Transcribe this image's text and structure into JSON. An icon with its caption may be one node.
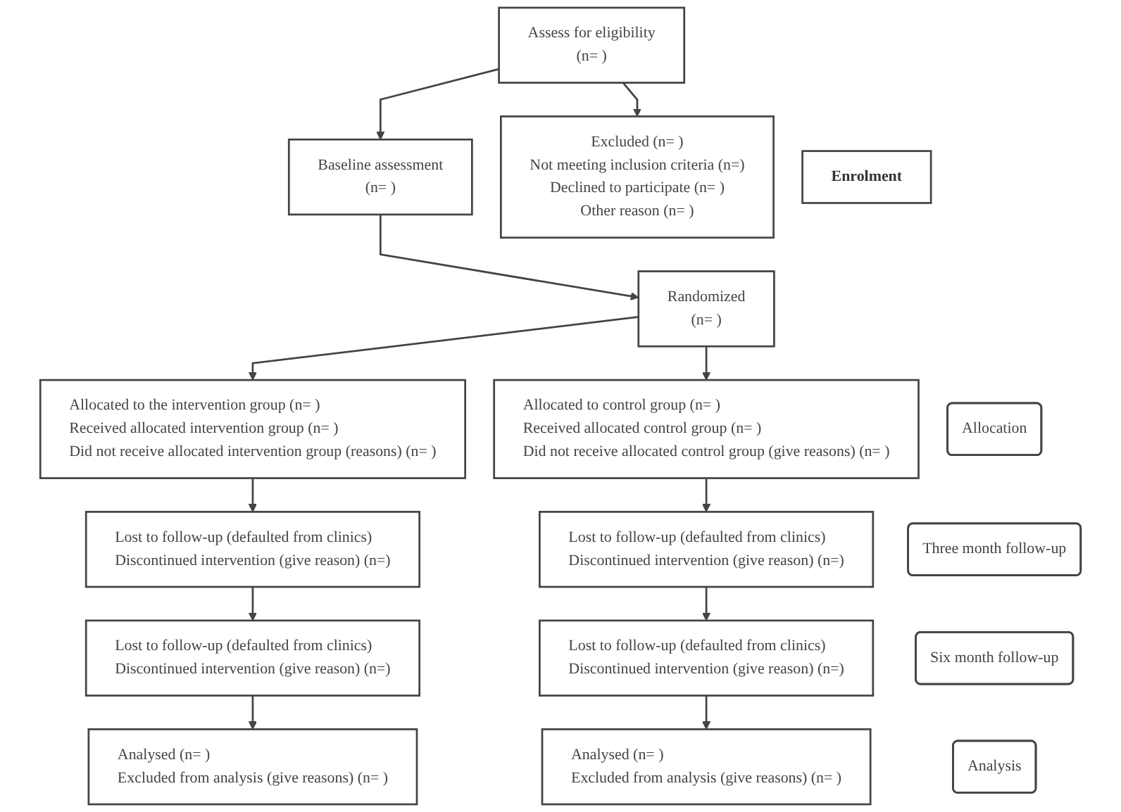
{
  "diagram": {
    "nodes": [
      {
        "text": [
          "Enrolment"
        ]
      },
      {
        "text": [
          "Assess for eligibility",
          "(n= )"
        ]
      },
      {
        "text": [
          "Excluded (n= )",
          "Not meeting inclusion criteria (n=)",
          "Declined to participate (n= )",
          "Other reason (n= )"
        ]
      },
      {
        "text": [
          "Baseline assessment",
          "(n= )"
        ]
      },
      {
        "text": [
          "Randomized",
          "(n= )"
        ]
      },
      {
        "text": [
          "Allocated to the intervention group (n= )",
          "Received allocated intervention group (n= )",
          "Did not receive allocated intervention group (reasons) (n= )"
        ]
      },
      {
        "text": [
          "Allocation"
        ]
      },
      {
        "text": [
          "Allocated to control group (n= )",
          "Received allocated control group (n= )",
          "Did not receive allocated control group (give reasons) (n= )"
        ]
      },
      {
        "text": [
          "Lost to follow-up (defaulted from clinics)",
          "Discontinued intervention (give reason) (n=)"
        ]
      },
      {
        "text": [
          "Three month follow-up"
        ]
      },
      {
        "text": [
          "Lost to follow-up (defaulted from clinics)",
          "Discontinued intervention (give reason) (n=)"
        ]
      },
      {
        "text": [
          "Lost to follow-up (defaulted from clinics)",
          "Discontinued intervention (give reason) (n=)"
        ]
      },
      {
        "text": [
          "Six month follow-up"
        ]
      },
      {
        "text": [
          "Lost to follow-up (defaulted from clinics)",
          "Discontinued intervention (give reason) (n=)"
        ]
      },
      {
        "text": [
          "Analysed (n= )",
          "Excluded from analysis (give reasons) (n= )"
        ]
      },
      {
        "text": [
          "Analysis"
        ]
      },
      {
        "text": [
          "Analysed (n= )",
          "Excluded from analysis (give reasons) (n= )"
        ]
      }
    ],
    "edges": [
      {
        "from": 1,
        "to": 3,
        "arrow": "to"
      },
      {
        "from": 1,
        "to": 2,
        "arrow": "to"
      },
      {
        "from": 3,
        "to": 4,
        "arrow": "to"
      },
      {
        "from": 4,
        "to": 5,
        "arrow": "to"
      },
      {
        "from": 4,
        "to": 7,
        "arrow": "to"
      },
      {
        "from": 5,
        "to": 8,
        "arrow": "to"
      },
      {
        "from": 8,
        "to": 11,
        "arrow": "to"
      },
      {
        "from": 11,
        "to": 14,
        "arrow": "to"
      },
      {
        "from": 7,
        "to": 10,
        "arrow": "to"
      },
      {
        "from": 10,
        "to": 13,
        "arrow": "to"
      },
      {
        "from": 13,
        "to": 16,
        "arrow": "to"
      }
    ]
  }
}
